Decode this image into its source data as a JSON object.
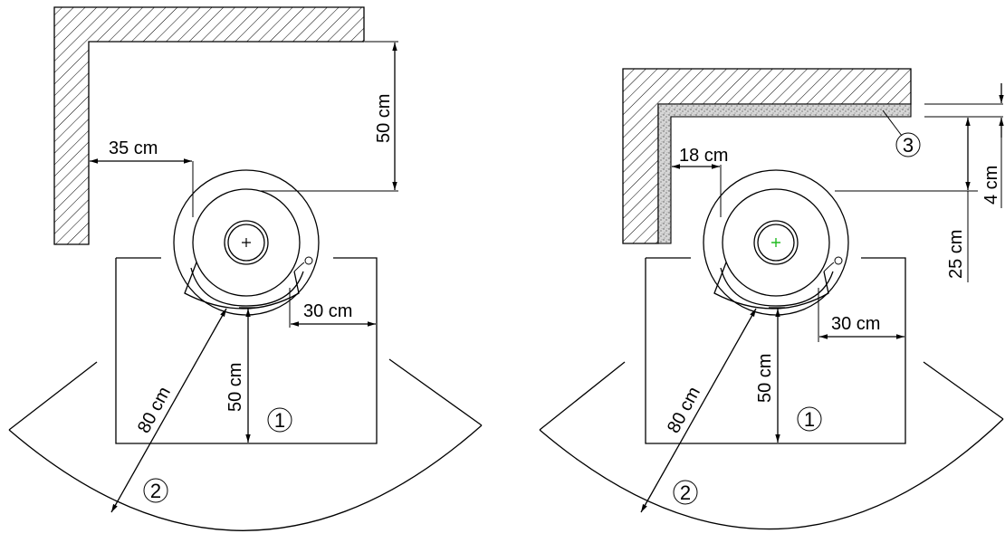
{
  "left_plan": {
    "dim_wall_side": "35 cm",
    "dim_wall_back": "50 cm",
    "dim_front_side": "30 cm",
    "dim_front_depth": "50 cm",
    "dim_radius": "80 cm",
    "callout_floor_plate": "1",
    "callout_radiant_zone": "2"
  },
  "right_plan": {
    "dim_wall_side": "18 cm",
    "dim_insulation": "4 cm",
    "dim_wall_back": "25 cm",
    "dim_front_side": "30 cm",
    "dim_front_depth": "50 cm",
    "dim_radius": "80 cm",
    "callout_floor_plate": "1",
    "callout_radiant_zone": "2",
    "callout_insulation": "3"
  },
  "colors": {
    "line": "#000000",
    "center_mark_left": "#000000",
    "center_mark_right": "#22bb22",
    "insulation_fill": "#cfcfcf"
  }
}
